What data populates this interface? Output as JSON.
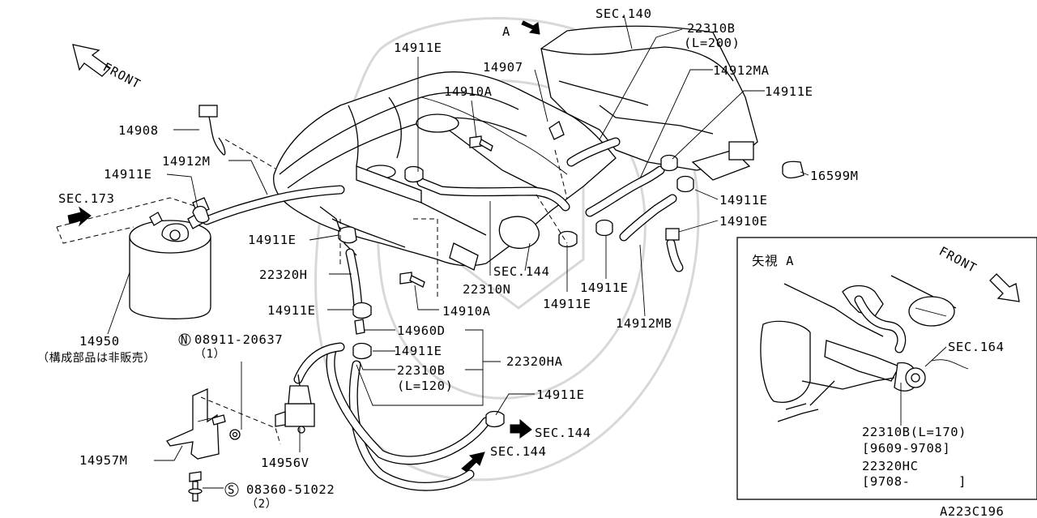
{
  "figure_id": "A223C196",
  "directions": {
    "front_main": "FRONT",
    "front_view": "FRONT",
    "view_a_title": "矢視 A",
    "view_a_marker": "A"
  },
  "section_refs": {
    "sec140": "SEC.140",
    "sec173": "SEC.173",
    "sec144_a": "SEC.144",
    "sec144_b": "SEC.144",
    "sec144_c": "SEC.144",
    "sec164": "SEC.164"
  },
  "parts": {
    "p14911E_top": "14911E",
    "p14907": "14907",
    "p14910A_top": "14910A",
    "p22310B_200_code": "22310B",
    "p22310B_200_len": "(L=200)",
    "p14912MA": "14912MA",
    "p14911E_right1": "14911E",
    "p16599M": "16599M",
    "p14911E_right2": "14911E",
    "p14910E": "14910E",
    "p14908": "14908",
    "p14912M": "14912M",
    "p14911E_left": "14911E",
    "p14911E_mid": "14911E",
    "p22320H": "22320H",
    "p14911E_low": "14911E",
    "p14910A_low": "14910A",
    "p22310N": "22310N",
    "p14911E_c1": "14911E",
    "p14911E_c2": "14911E",
    "p14912MB": "14912MB",
    "p14950": "14950",
    "p14950_note": "（構成部品は非販売）",
    "p08911_code": "08911-20637",
    "p08911_qty": "（1）",
    "p08911_prefix": "N",
    "p14960D": "14960D",
    "p14911E_b1": "14911E",
    "p22320HA": "22320HA",
    "p22310B_120_code": "22310B",
    "p22310B_120_len": "(L=120)",
    "p14911E_b2": "14911E",
    "p14957M": "14957M",
    "p14956V": "14956V",
    "p08360_code": "08360-51022",
    "p08360_qty": "（2）",
    "p08360_prefix": "S",
    "p22310B_170": "22310B(L=170)",
    "p_range1": "[9609-9708]",
    "p22320HC": "22320HC",
    "p_range2": "[9708-      ]"
  }
}
